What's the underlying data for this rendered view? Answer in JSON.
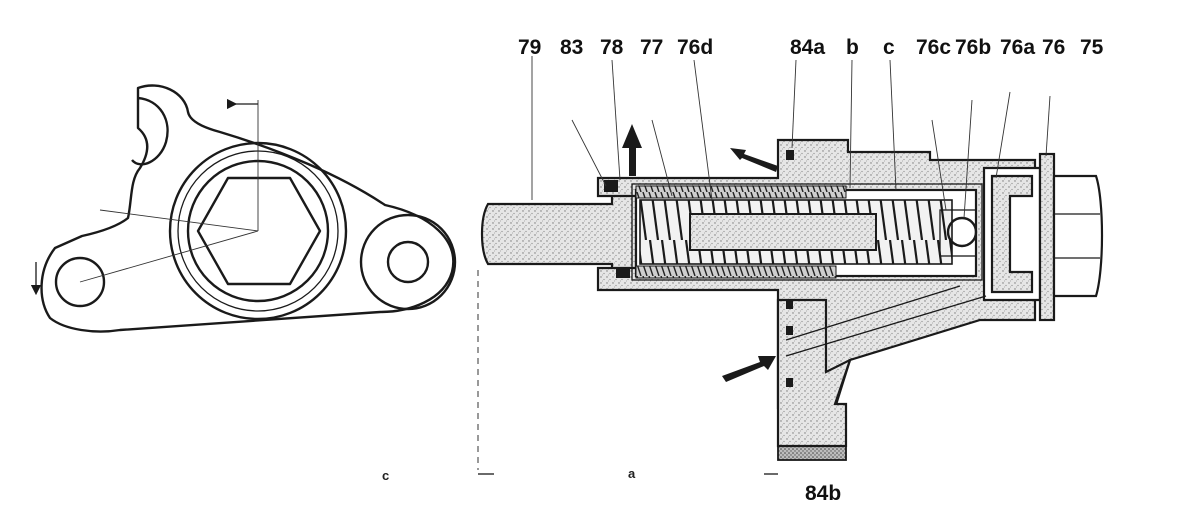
{
  "labels": {
    "top": [
      "79",
      "83",
      "78",
      "77",
      "76d",
      "84a",
      "b",
      "c",
      "76c",
      "76b",
      "76a",
      "76",
      "75"
    ],
    "bottom_part": "84b",
    "dim_a": "a",
    "dim_c": "c"
  }
}
